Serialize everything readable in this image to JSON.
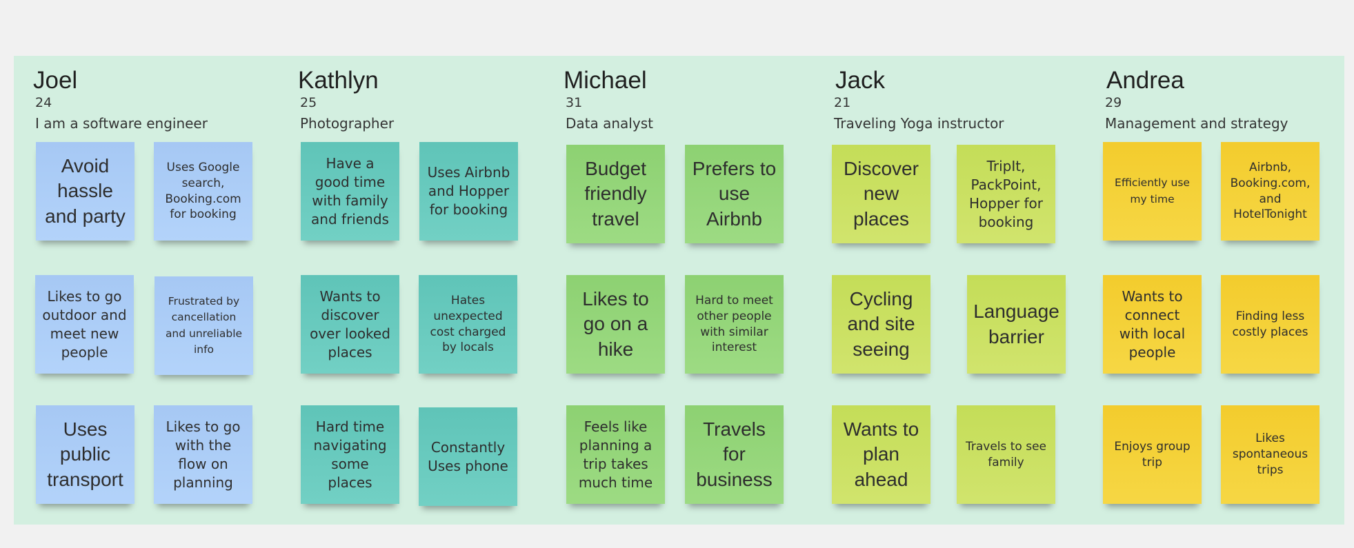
{
  "personas": [
    {
      "name": "Joel",
      "age": "24",
      "role": "I am a software engineer",
      "notes": [
        "Avoid hassle and party",
        "Uses Google search, Booking.com for booking",
        "Likes to go outdoor and meet new people",
        "Frustrated by cancellation and unreliable info",
        "Uses public transport",
        "Likes to go with the flow on planning"
      ]
    },
    {
      "name": "Kathlyn",
      "age": "25",
      "role": "Photographer",
      "notes": [
        "Have a good time with family and friends",
        "Uses Airbnb and Hopper for booking",
        "Wants to discover over looked places",
        "Hates unexpected cost charged by locals",
        "Hard time navigating some places",
        "Constantly Uses phone"
      ]
    },
    {
      "name": "Michael",
      "age": "31",
      "role": "Data analyst",
      "notes": [
        "Budget friendly travel",
        "Prefers to use Airbnb",
        "Likes to go on a hike",
        "Hard to meet other people with similar interest",
        "Feels like planning a trip takes much time",
        "Travels for business"
      ]
    },
    {
      "name": "Jack",
      "age": "21",
      "role": "Traveling Yoga instructor",
      "notes": [
        "Discover new places",
        "TripIt, PackPoint, Hopper for booking",
        "Cycling and site seeing",
        "Language barrier",
        "Wants to plan ahead",
        "Travels to see family"
      ]
    },
    {
      "name": "Andrea",
      "age": "29",
      "role": "Management and strategy",
      "notes": [
        "Efficiently use my time",
        "Airbnb, Booking.com, and HotelTonight",
        "Wants to connect with local people",
        "Finding less costly places",
        "Enjoys group trip",
        "Likes spontaneous trips"
      ]
    }
  ],
  "colors": {
    "board": "#d3efe0",
    "joel": "#a6c8f4",
    "kathlyn": "#5fc4b8",
    "michael": "#8dd172",
    "jack": "#c4dd58",
    "andrea": "#f3cc2d"
  }
}
